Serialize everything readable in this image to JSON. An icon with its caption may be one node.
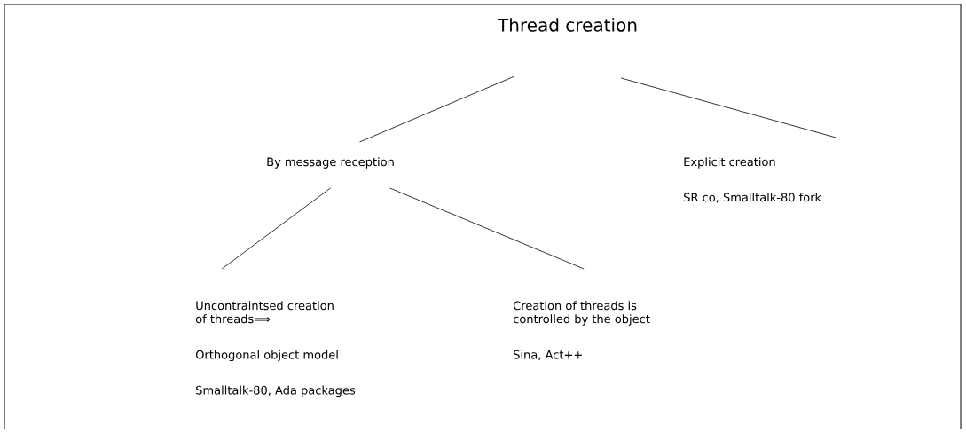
{
  "diagram": {
    "nodes": [
      {
        "text": [
          "Thread creation"
        ]
      },
      {
        "text": [
          "By message reception"
        ]
      },
      {
        "text": [
          "Explicit creation",
          "SR co, Smalltalk-80 fork"
        ]
      },
      {
        "text": [
          "Uncontraintsed creation of threads⟹",
          "Orthogonal object model",
          "Smalltalk-80, Ada packages"
        ]
      },
      {
        "text": [
          "Creation of threads is controlled by the object",
          "Sina, Act++"
        ]
      }
    ],
    "edges": [
      {
        "from": 0,
        "to": 1,
        "arrow": "none"
      },
      {
        "from": 0,
        "to": 2,
        "arrow": "none"
      },
      {
        "from": 1,
        "to": 3,
        "arrow": "none"
      },
      {
        "from": 1,
        "to": 4,
        "arrow": "none"
      }
    ]
  }
}
